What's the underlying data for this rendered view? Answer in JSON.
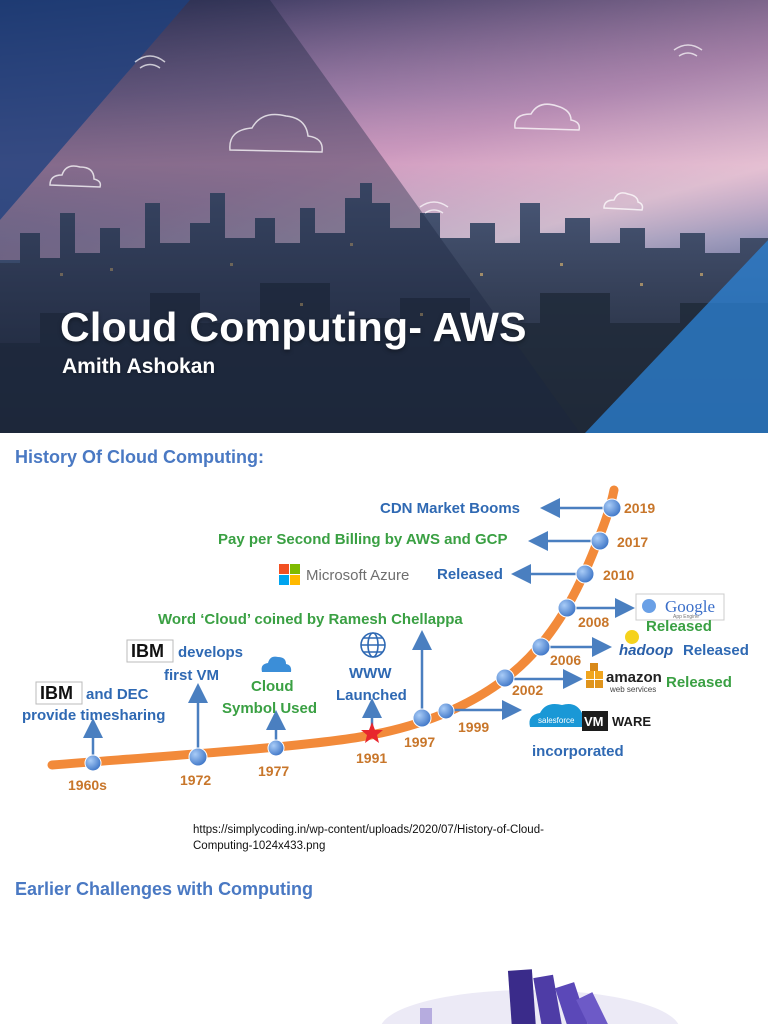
{
  "cover": {
    "title": "Cloud Computing- AWS",
    "author": "Amith Ashokan"
  },
  "sections": {
    "history_heading": "History Of Cloud Computing:",
    "challenges_heading": "Earlier Challenges with Computing"
  },
  "timeline": {
    "years": [
      "1960s",
      "1972",
      "1977",
      "1991",
      "1997",
      "1999",
      "2002",
      "2006",
      "2008",
      "2010",
      "2017",
      "2019"
    ],
    "events": {
      "e1960s_logo": "IBM",
      "e1960s_line1": "and DEC",
      "e1960s_line2": "provide timesharing",
      "e1972_logo": "IBM",
      "e1972_line1": "develops",
      "e1972_line2": "first VM",
      "e1977_line1": "Cloud",
      "e1977_line2": "Symbol Used",
      "e1991_line1": "WWW",
      "e1991_line2": "Launched",
      "e1997": "Word ‘Cloud’ coined by Ramesh Chellappa",
      "e1999_salesforce": "salesforce",
      "e1999_vmware": "VM",
      "e1999_vmware2": "WARE",
      "e1999_label": "incorporated",
      "e2002_logo": "amazon",
      "e2002_logo_sub": "web services",
      "e2002_label": "Released",
      "e2006_logo": "hadoop",
      "e2006_label": "Released",
      "e2008_logo": "Google",
      "e2008_logo_sub": "App Engine",
      "e2008_label": "Released",
      "e2010_logo": "Microsoft Azure",
      "e2010_label": "Released",
      "e2017": "Pay per Second Billing by AWS and GCP",
      "e2019": "CDN Market Booms"
    },
    "colors": {
      "curve": "#f28a3a",
      "node": "#4a86d9",
      "arrow": "#4a7fc0",
      "date": "#c8762a",
      "green": "#3aa043",
      "blue": "#2f69b3"
    }
  },
  "source_text": "https://simplycoding.in/wp-content/uploads/2020/07/History-of-Cloud-Computing-1024x433.png"
}
